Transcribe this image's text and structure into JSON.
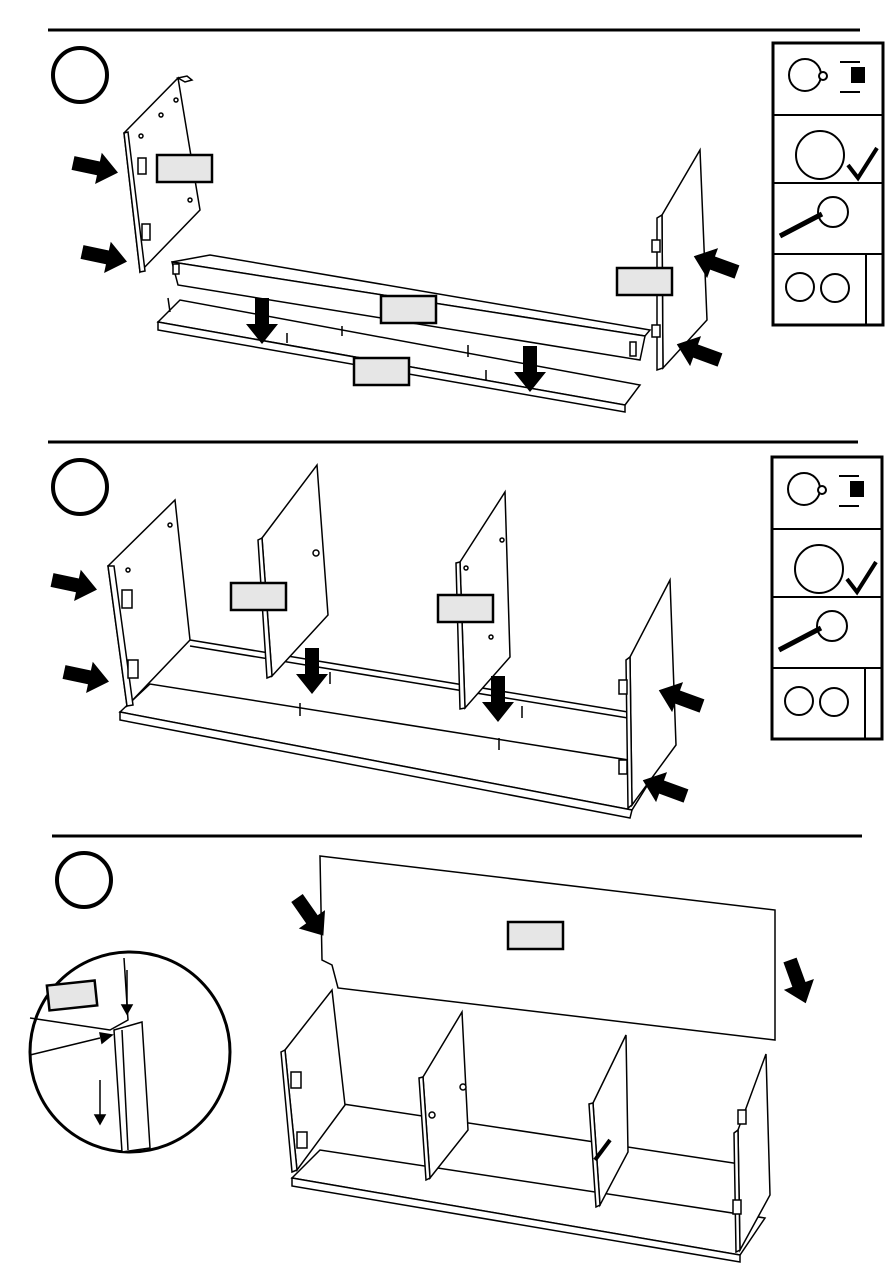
{
  "page": {
    "sheet": "assembly-instructions",
    "steps": [
      {
        "id": "step-a",
        "number": "",
        "part_labels": [
          "",
          "",
          "",
          ""
        ]
      },
      {
        "id": "step-b",
        "number": "",
        "part_labels": [
          "",
          ""
        ]
      },
      {
        "id": "step-c",
        "number": "",
        "part_labels": [
          "",
          ""
        ]
      }
    ],
    "icons": {
      "arrow": "push-arrow-icon",
      "check": "checkmark-icon",
      "cam_lock": "cam-lock-icon",
      "screwdriver": "screwdriver-icon"
    },
    "colors": {
      "ink": "#000000",
      "paper": "#ffffff",
      "label_fill": "#e6e6e6"
    }
  }
}
